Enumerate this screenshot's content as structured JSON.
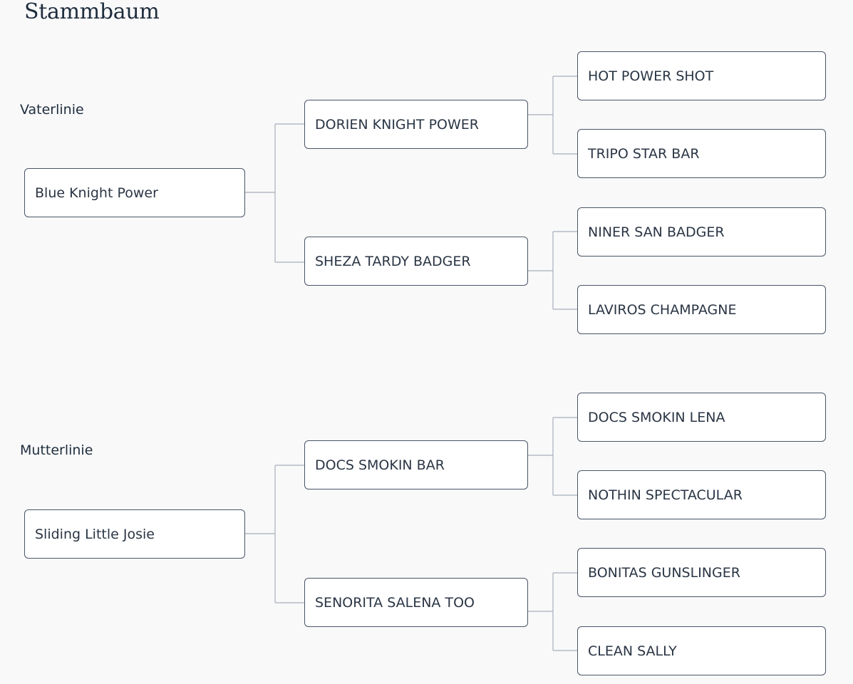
{
  "title": "Stammbaum",
  "sire_line": {
    "label": "Vaterlinie",
    "root": "Blue Knight Power",
    "parents": [
      {
        "name": "DORIEN KNIGHT POWER",
        "grandparents": [
          "HOT POWER SHOT",
          "TRIPO STAR BAR"
        ]
      },
      {
        "name": "SHEZA TARDY BADGER",
        "grandparents": [
          "NINER SAN BADGER",
          "LAVIROS CHAMPAGNE"
        ]
      }
    ]
  },
  "dam_line": {
    "label": "Mutterlinie",
    "root": "Sliding Little Josie",
    "parents": [
      {
        "name": "DOCS SMOKIN BAR",
        "grandparents": [
          "DOCS SMOKIN LENA",
          "NOTHIN SPECTACULAR"
        ]
      },
      {
        "name": "SENORITA SALENA TOO",
        "grandparents": [
          "BONITAS GUNSLINGER",
          "CLEAN SALLY"
        ]
      }
    ]
  }
}
